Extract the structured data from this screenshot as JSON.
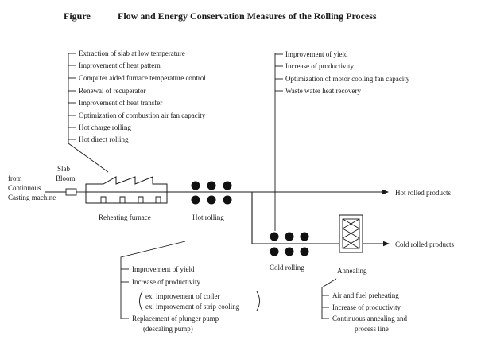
{
  "title": {
    "label": "Figure",
    "text": "Flow and Energy Conservation Measures of the Rolling Process"
  },
  "source": {
    "line1": "from",
    "line2": "Continuous",
    "line3": "Casting machine"
  },
  "slab_label": {
    "line1": "Slab",
    "line2": "Bloom"
  },
  "stages": {
    "reheating": "Reheating furnace",
    "hot_rolling": "Hot rolling",
    "cold_rolling": "Cold rolling",
    "annealing": "Annealing"
  },
  "outputs": {
    "hot": "Hot rolled products",
    "cold": "Cold rolled products"
  },
  "reheating_measures": [
    "Extraction of slab at low temperature",
    "Improvement of heat pattern",
    "Computer aided furnace temperature control",
    "Renewal of recuperator",
    "Improvement of heat transfer",
    "Optimization of combustion air fan capacity",
    "Hot charge rolling",
    "Hot direct rolling"
  ],
  "cold_rolling_measures": [
    "Improvement of yield",
    "Increase of productivity",
    "Optimization of motor cooling fan capacity",
    "Waste water heat recovery"
  ],
  "hot_rolling_measures": {
    "item1": "Improvement of yield",
    "item2": "Increase of productivity",
    "sub1": "ex. improvement of coiler",
    "sub2": "ex. improvement of strip cooling",
    "item3_line1": "Replacement of plunger pump",
    "item3_line2": "(descaling pump)"
  },
  "annealing_measures": {
    "item1": "Air and fuel preheating",
    "item2": "Increase of productivity",
    "item3_line1": "Continuous annealing and",
    "item3_line2": "process line"
  }
}
